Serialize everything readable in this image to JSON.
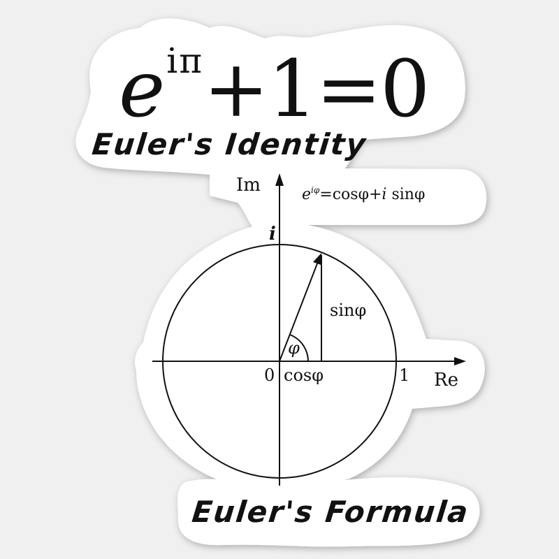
{
  "identity": {
    "base": "e",
    "exponent": "iπ",
    "rest": "+1=0"
  },
  "titles": {
    "identity": "Euler's Identity",
    "formula": "Euler's Formula"
  },
  "formula": {
    "base": "e",
    "exponent": "iφ",
    "rhs_part1": "=cosφ+",
    "rhs_i": "i",
    "rhs_part2": " sinφ"
  },
  "diagram": {
    "axis_im_label": "Im",
    "axis_re_label": "Re",
    "imag_unit_label": "i",
    "origin_label": "0",
    "one_label": "1",
    "angle_label": "φ",
    "sin_label": "sinφ",
    "cos_label": "cosφ"
  },
  "colors": {
    "background": "#f0f0f0",
    "sticker": "#ffffff",
    "ink": "#111111"
  }
}
